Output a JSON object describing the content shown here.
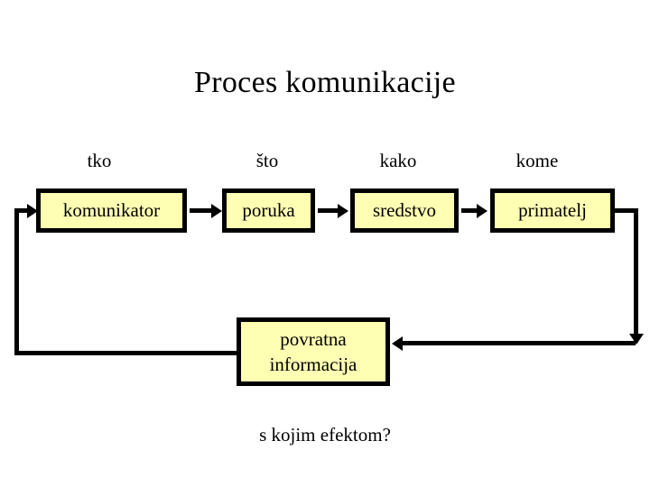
{
  "slide": {
    "title": "Proces komunikacije",
    "caption": "s kojim efektom?",
    "background_color": "#ffffff",
    "box_fill_color": "#ffffb3",
    "box_border_color": "#000000",
    "text_color": "#000000"
  },
  "column_labels": [
    {
      "text": "tko"
    },
    {
      "text": "što"
    },
    {
      "text": "kako"
    },
    {
      "text": "kome"
    }
  ],
  "chain": [
    {
      "text": "komunikator"
    },
    {
      "text": "poruka"
    },
    {
      "text": "sredstvo"
    },
    {
      "text": "primatelj"
    }
  ],
  "feedback": {
    "line1": "povratna",
    "line2": "informacija"
  }
}
